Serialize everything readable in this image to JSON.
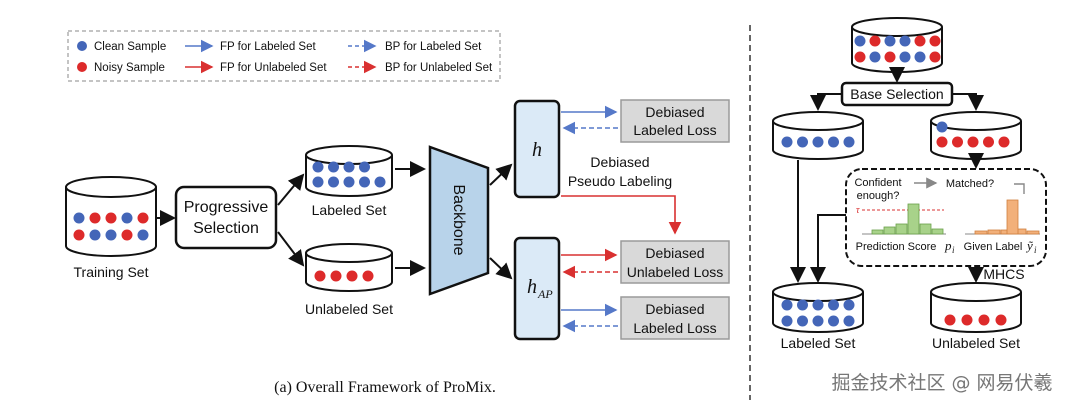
{
  "legend": {
    "clean": "Clean Sample",
    "noisy": "Noisy Sample",
    "fp_labeled": "FP for Labeled Set",
    "fp_unlabeled": "FP for Unlabeled Set",
    "bp_labeled": "BP for Labeled Set",
    "bp_unlabeled": "BP for Unlabeled Set"
  },
  "left": {
    "training_set": "Training Set",
    "progressive_selection_line1": "Progressive",
    "progressive_selection_line2": "Selection",
    "labeled_set": "Labeled Set",
    "unlabeled_set": "Unlabeled Set",
    "backbone": "Backbone",
    "head_h": "h",
    "head_hap": "h",
    "head_hap_sub": "AP",
    "loss_labeled_1_line1": "Debiased",
    "loss_labeled_1_line2": "Labeled Loss",
    "pseudo_line1": "Debiased",
    "pseudo_line2": "Pseudo Labeling",
    "loss_unlabeled_line1": "Debiased",
    "loss_unlabeled_line2": "Unlabeled Loss",
    "loss_labeled_2_line1": "Debiased",
    "loss_labeled_2_line2": "Labeled Loss",
    "caption": "(a) Overall Framework of ProMix."
  },
  "right": {
    "base_selection": "Base Selection",
    "confident_line1": "Confident",
    "confident_line2": "enough?",
    "matched": "Matched?",
    "tau": "τ",
    "prediction_score": "Prediction Score",
    "prediction_score_var": "p",
    "prediction_score_sub": "i",
    "given_label": "Given Label",
    "given_label_var": "ỹ",
    "given_label_sub": "i",
    "mhcs": "MHCS",
    "labeled_set": "Labeled Set",
    "unlabeled_set": "Unlabeled Set"
  },
  "watermark": "掘金技术社区 @ 网易伏羲",
  "colors": {
    "clean": "#4466b8",
    "noisy": "#dd2a2a",
    "fp_labeled": "#5578c8",
    "fp_unlabeled": "#d93030",
    "head_fill": "#dbeaf7",
    "loss_fill": "#d9d9d9",
    "backbone_fill": "#b8d3ea",
    "pred_bar": "#a8d28a",
    "label_bar": "#f2b07a"
  }
}
